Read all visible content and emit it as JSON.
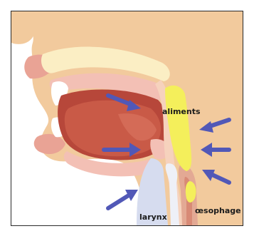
{
  "labels": {
    "aliments": "aliments",
    "larynx": "larynx",
    "oesophage": "œsophage"
  },
  "colors": {
    "skin": "#f2ca9d",
    "lip": "#e9a395",
    "mouth_cavity": "#b7473a",
    "tongue": "#c95a47",
    "palate": "#f3c0b5",
    "bolus": "#f4ef5b",
    "arrow": "#5158b7",
    "airway": "#d6dcef",
    "label_text": "#1b1b1b"
  },
  "icons": {
    "arrow": "arrow-icon"
  }
}
